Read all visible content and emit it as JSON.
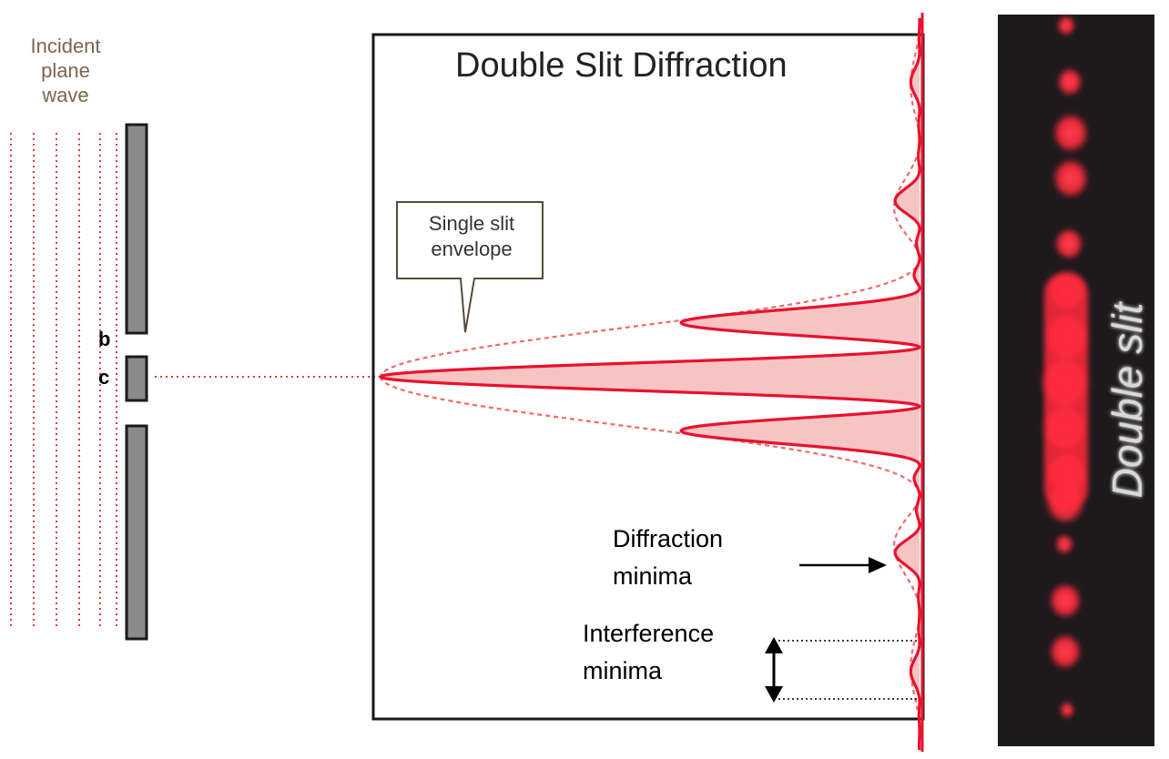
{
  "incident_wave": {
    "label_lines": [
      "Incident",
      "plane",
      "wave"
    ]
  },
  "slits": {
    "label_b": "b",
    "label_c": "c"
  },
  "diagram": {
    "title": "Double Slit Diffraction",
    "callout": {
      "line1": "Single slit",
      "line2": "envelope"
    },
    "diffraction_minima": {
      "line1": "Diffraction",
      "line2": "minima"
    },
    "interference_minima": {
      "line1": "Interference",
      "line2": "minima"
    }
  },
  "photo": {
    "label": "Double slit"
  },
  "colors": {
    "pattern_red": "#e8122e",
    "pattern_fill": "#f7c4c4",
    "envelope_dotted": "#f06a6a",
    "barrier_gray": "#8a8a8a",
    "photo_bg": "#1e1a1c",
    "photo_spot": "#ff3040",
    "label_brown": "#7a6650"
  }
}
